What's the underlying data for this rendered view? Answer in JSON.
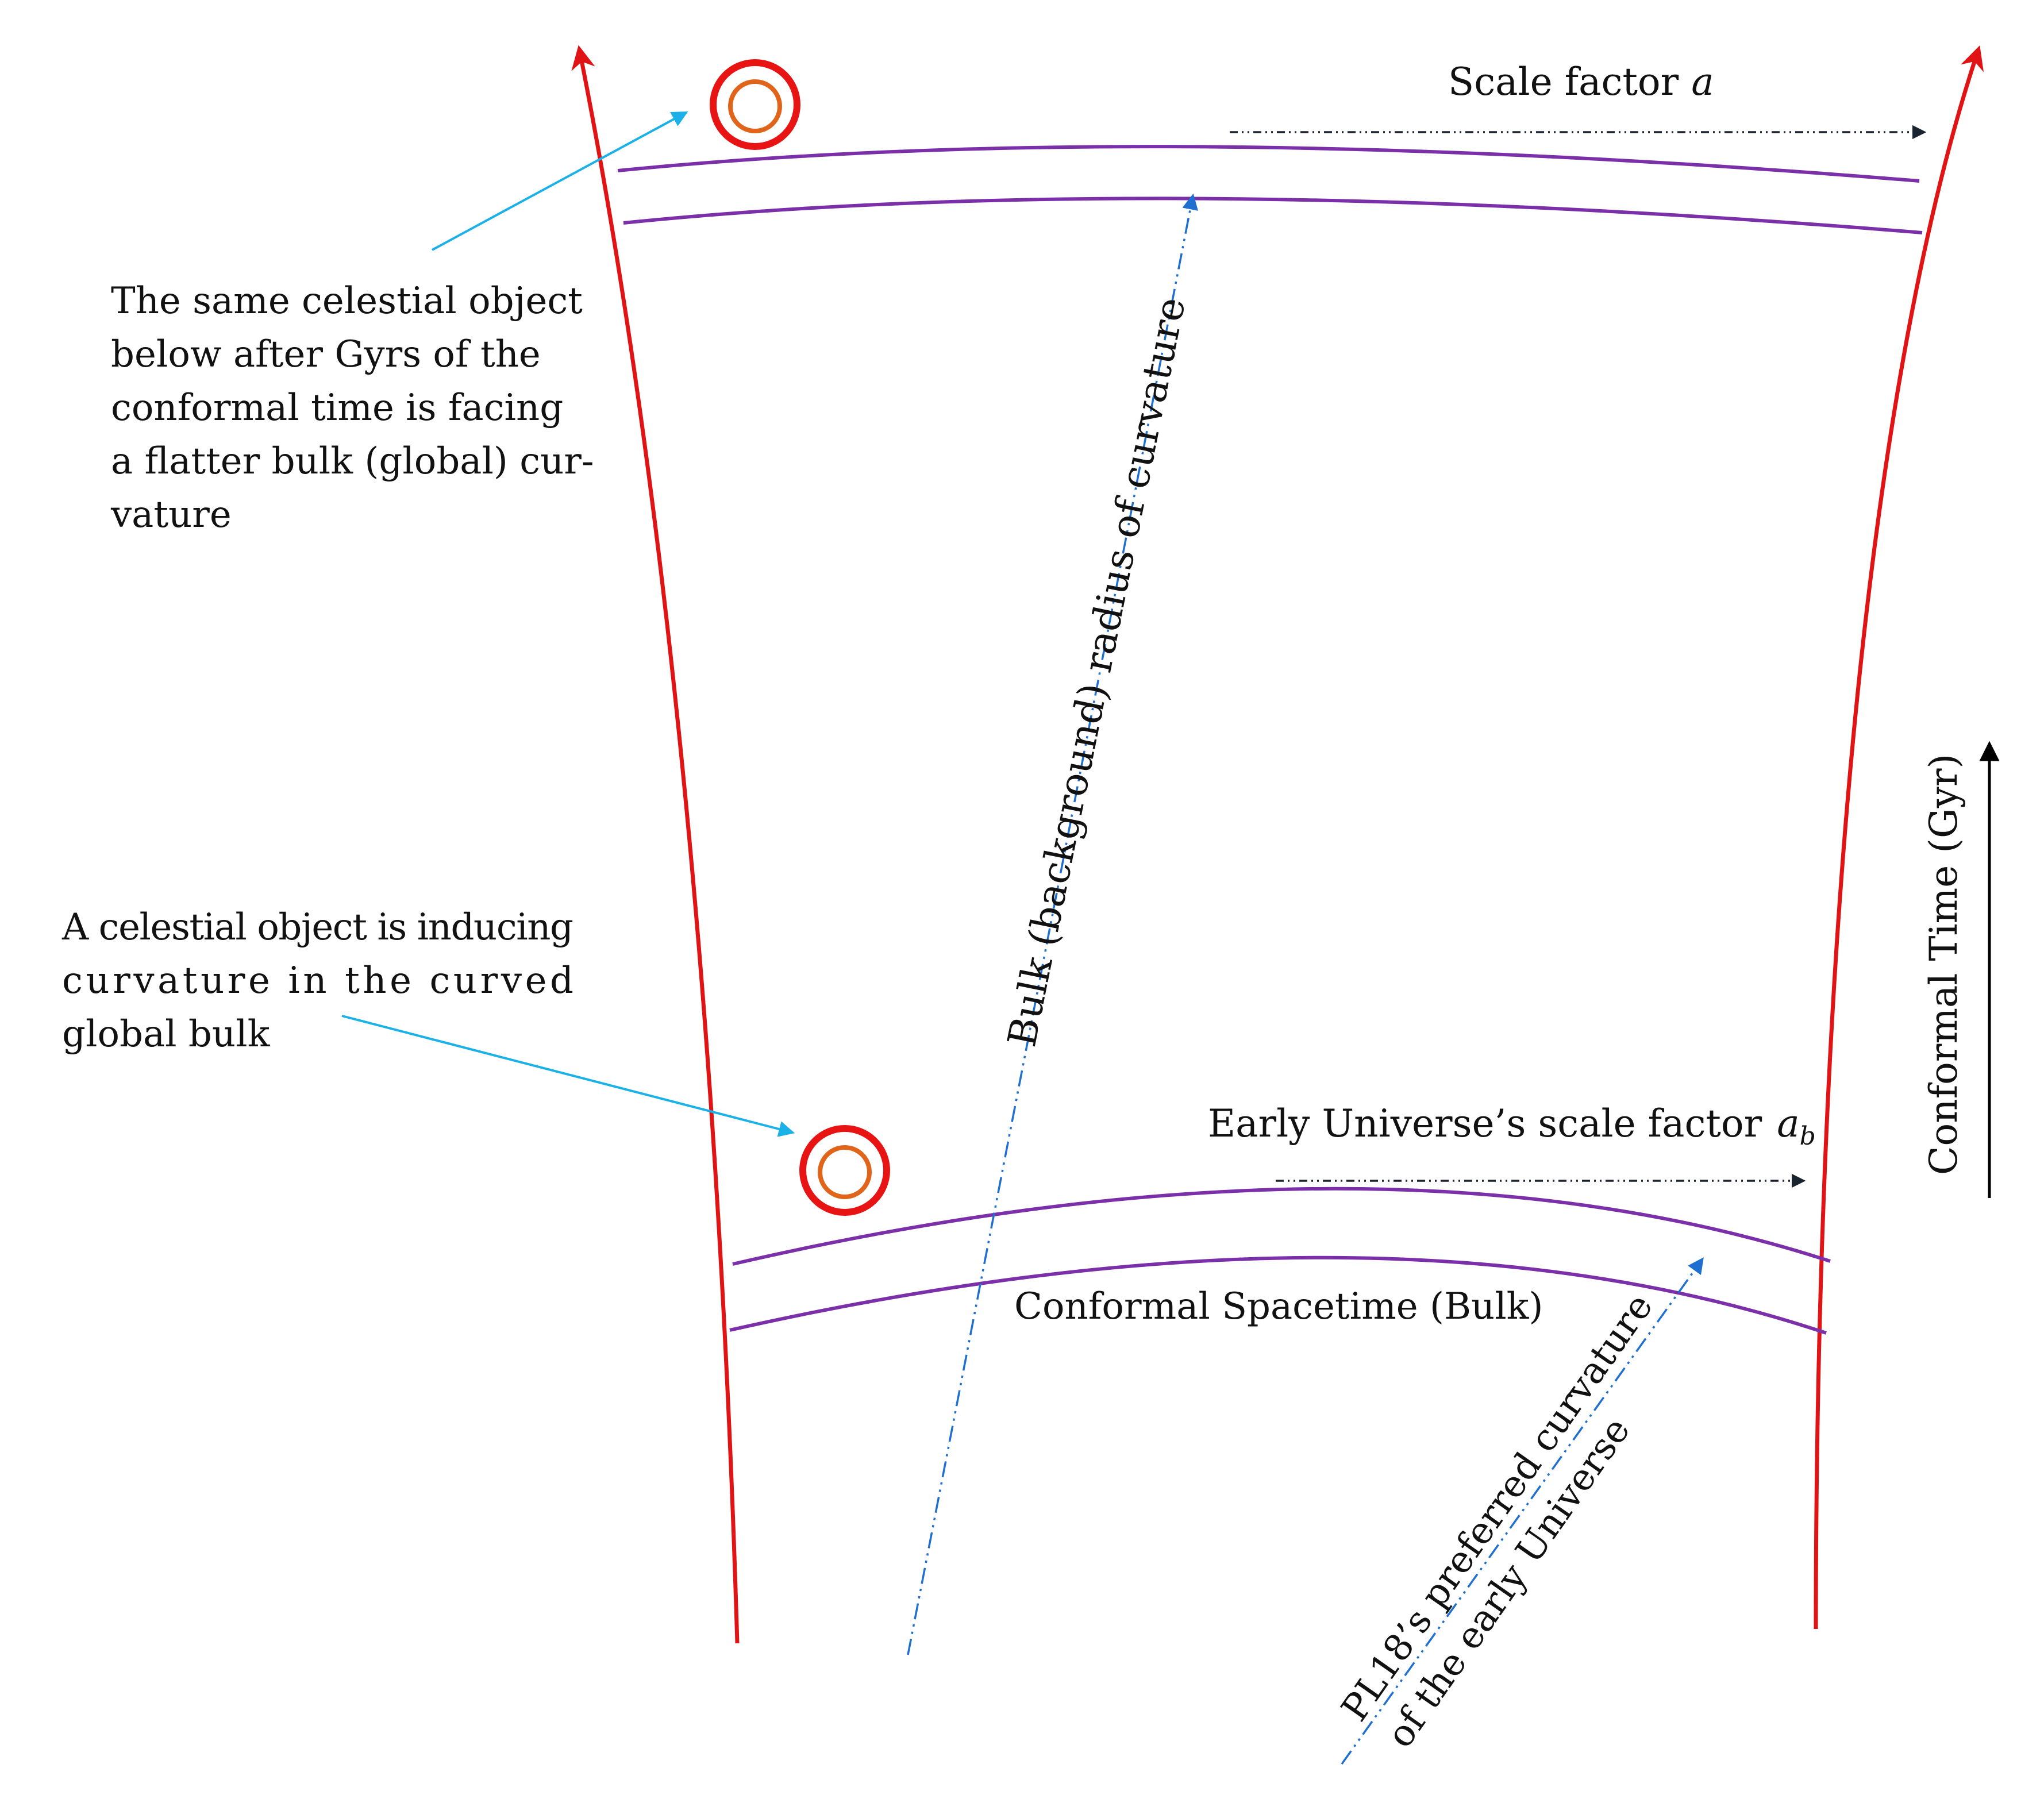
{
  "colors": {
    "boundary": "#e01414",
    "sheet": "#7b2fa8",
    "object_outer": "#e81313",
    "object_inner": "#e0651b",
    "annotation_arrow": "#1ab0e8",
    "radius_line": "#1f6fd0",
    "scale_arrow": "#1a2430",
    "text": "#111111"
  },
  "labels": {
    "scale_factor": "Scale factor",
    "scale_factor_symbol": "a",
    "early_scale_factor": "Early Universe’s scale factor",
    "early_scale_factor_symbol": "a",
    "early_scale_factor_subscript": "b",
    "bulk_sheet": "Conformal Spacetime (Bulk)",
    "bulk_radius": "Bulk (background) radius of curvature",
    "pl18_line1": "PL18’s preferred curvature",
    "pl18_line2": "of the early Universe",
    "time_axis": "Conformal Time (Gyr)"
  },
  "annotations": {
    "later_object": [
      "The same celestial object",
      "below after Gyrs of the",
      "conformal time is facing",
      "a flatter bulk (global) cur-",
      "vature"
    ],
    "early_object": [
      "A celestial object is inducing",
      "curvature in the curved",
      "global bulk"
    ]
  },
  "icons": {
    "later_object": "celestial-object-icon",
    "early_object": "celestial-object-icon"
  }
}
